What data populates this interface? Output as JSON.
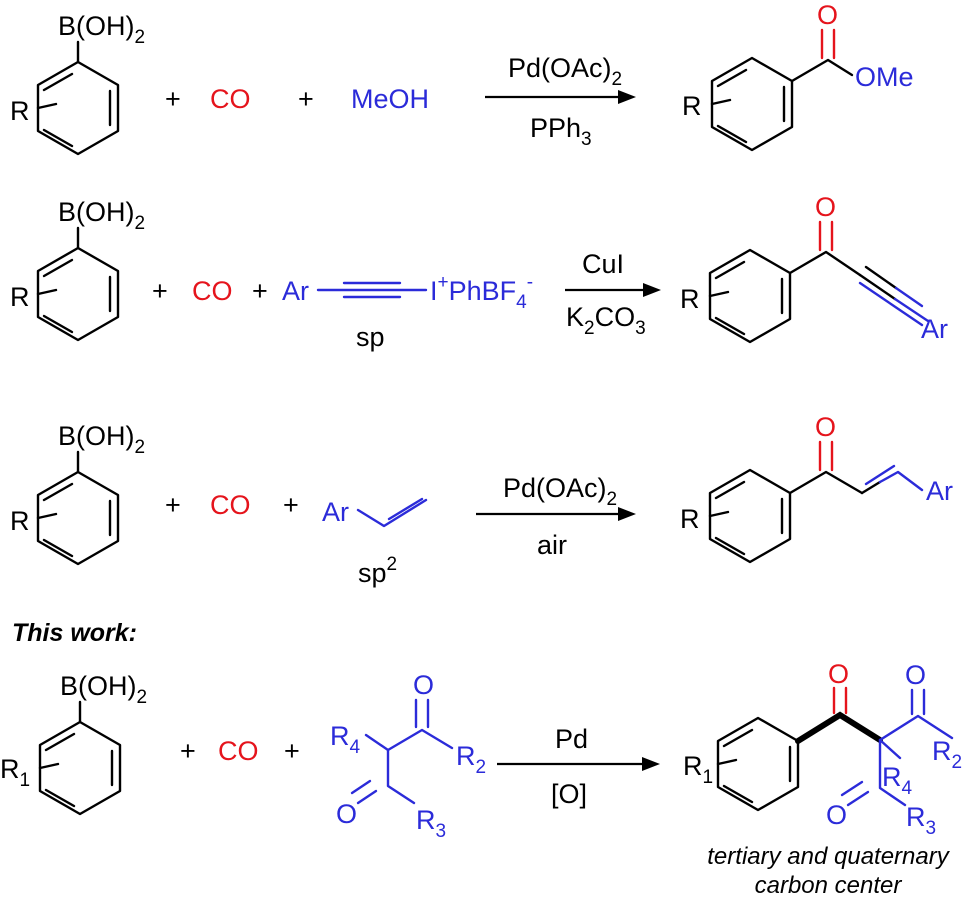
{
  "colors": {
    "co": "#e5141c",
    "reagent": "#2b2bd9",
    "text": "#000000"
  },
  "labels": {
    "boronic": "B(OH)",
    "two": "2",
    "R": "R",
    "R1": "R",
    "one": "1",
    "plus": "+",
    "CO": "CO",
    "MeOH": "MeOH",
    "O": "O",
    "OMe": "OMe",
    "Ar": "Ar",
    "iodonium_I": "I",
    "iodonium_plus": "+",
    "iodonium_PhBF": "PhBF",
    "iodonium_four": "4",
    "iodonium_minus": "-",
    "sp": "sp",
    "sp2_base": "sp",
    "sp2_sup": "2",
    "R2": "R",
    "R3": "R",
    "R4": "R",
    "n2": "2",
    "n3": "3",
    "n4": "4"
  },
  "reactions": [
    {
      "above": "Pd(OAc)",
      "above_sub": "2",
      "below": "PPh",
      "below_sub": "3"
    },
    {
      "above": "CuI",
      "below_a": "K",
      "below_sub": "2",
      "below_b": "CO",
      "below_sub2": "3"
    },
    {
      "above": "Pd(OAc)",
      "above_sub": "2",
      "below": "air"
    },
    {
      "above": "Pd",
      "below": "[O]"
    }
  ],
  "this_work": "This work:",
  "caption": [
    "tertiary and quaternary",
    "carbon center"
  ]
}
